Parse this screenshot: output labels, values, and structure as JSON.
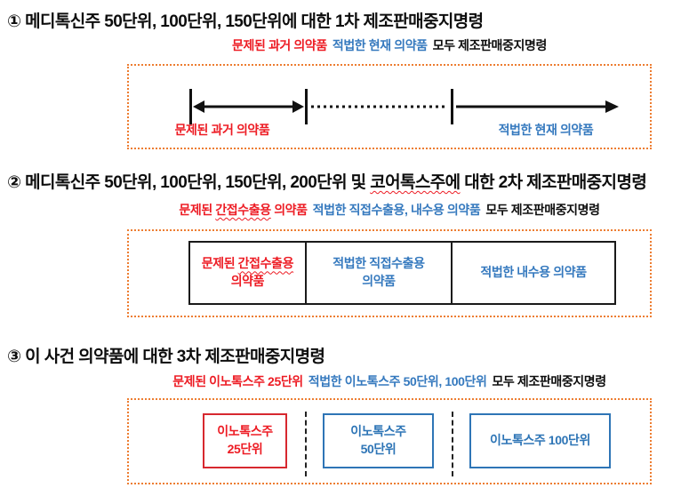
{
  "colors": {
    "problem_red": "#ED1C24",
    "legal_blue": "#2E75B6",
    "frame_orange": "#ED7D31",
    "text_black": "#0d0d0d"
  },
  "section1": {
    "heading": "① 메디톡신주 50단위, 100단위, 150단위에 대한 1차 제조판매중지명령",
    "subtitle": {
      "problem": "문제된 과거 의약품",
      "legal": "적법한 현재 의약품",
      "rest": "모두 제조판매중지명령"
    },
    "diagram": {
      "past_label": "문제된 과거 의약품",
      "present_label": "적법한 현재 의약품"
    }
  },
  "section2": {
    "heading": {
      "prefix": "② 메디톡신주 50단위, 100단위, 150단위, 200단위 및 ",
      "underlined": "코어톡스주에",
      "suffix": " 대한 2차 제조판매중지명령"
    },
    "subtitle": {
      "problem_prefix": "문제된 ",
      "problem_underlined": "간접수출용",
      "problem_suffix": " 의약품",
      "legal": "적법한 직접수출용, 내수용 의약품",
      "rest": "모두 제조판매중지명령"
    },
    "table": {
      "cell1": {
        "line1_prefix": "문제된 ",
        "line1_underlined": "간접수출용",
        "line2": "의약품"
      },
      "cell2": {
        "line1": "적법한 직접수출용",
        "line2": "의약품"
      },
      "cell3": {
        "line1": "적법한 내수용 의약품"
      }
    }
  },
  "section3": {
    "heading": "③ 이 사건 의약품에 대한 3차 제조판매중지명령",
    "subtitle": {
      "problem": "문제된 이노톡스주 25단위",
      "legal": "적법한 이노톡스주 50단위, 100단위",
      "rest": "모두 제조판매중지명령"
    },
    "boxes": {
      "box1": {
        "line1": "이노톡스주",
        "line2": "25단위"
      },
      "box2": {
        "line1": "이노톡스주",
        "line2": "50단위"
      },
      "box3": {
        "line1": "이노톡스주 100단위"
      }
    }
  }
}
